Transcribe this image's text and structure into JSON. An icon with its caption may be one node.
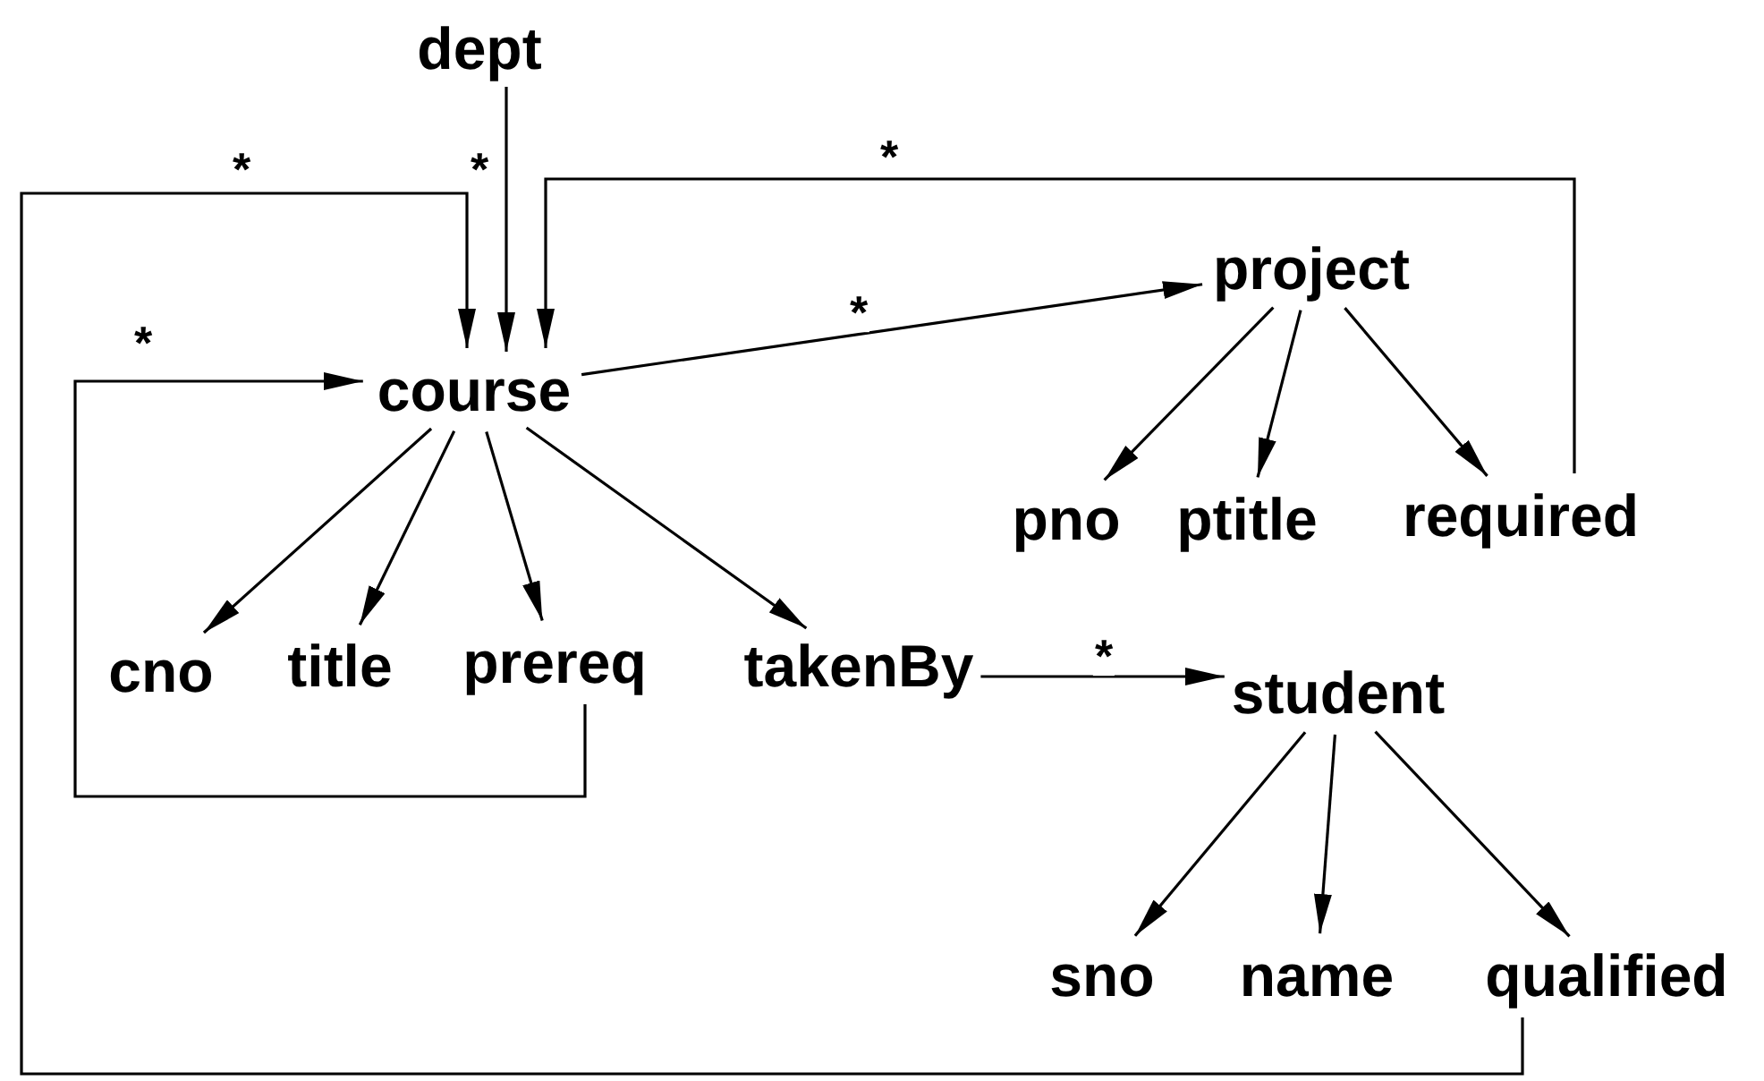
{
  "diagram": {
    "nodes": [
      {
        "text": [
          "dept"
        ]
      },
      {
        "text": [
          "course"
        ]
      },
      {
        "text": [
          "project"
        ]
      },
      {
        "text": [
          "cno"
        ]
      },
      {
        "text": [
          "title"
        ]
      },
      {
        "text": [
          "prereq"
        ]
      },
      {
        "text": [
          "takenBy"
        ]
      },
      {
        "text": [
          "pno"
        ]
      },
      {
        "text": [
          "ptitle"
        ]
      },
      {
        "text": [
          "required"
        ]
      },
      {
        "text": [
          "student"
        ]
      },
      {
        "text": [
          "sno"
        ]
      },
      {
        "text": [
          "name"
        ]
      },
      {
        "text": [
          "qualified"
        ]
      }
    ],
    "edges": [
      {
        "from": 0,
        "to": 1,
        "arrow": "to",
        "label": "*"
      },
      {
        "from": 13,
        "to": 1,
        "arrow": "to",
        "label": "*"
      },
      {
        "from": 9,
        "to": 1,
        "arrow": "to",
        "label": "*"
      },
      {
        "from": 5,
        "to": 1,
        "arrow": "to",
        "label": "*"
      },
      {
        "from": 1,
        "to": 2,
        "arrow": "to",
        "label": "*"
      },
      {
        "from": 1,
        "to": 3,
        "arrow": "to"
      },
      {
        "from": 1,
        "to": 4,
        "arrow": "to"
      },
      {
        "from": 1,
        "to": 5,
        "arrow": "to"
      },
      {
        "from": 1,
        "to": 6,
        "arrow": "to"
      },
      {
        "from": 2,
        "to": 7,
        "arrow": "to"
      },
      {
        "from": 2,
        "to": 8,
        "arrow": "to"
      },
      {
        "from": 2,
        "to": 9,
        "arrow": "to"
      },
      {
        "from": 6,
        "to": 10,
        "arrow": "to",
        "label": "*"
      },
      {
        "from": 10,
        "to": 11,
        "arrow": "to"
      },
      {
        "from": 10,
        "to": 12,
        "arrow": "to"
      },
      {
        "from": 10,
        "to": 13,
        "arrow": "to"
      }
    ]
  }
}
